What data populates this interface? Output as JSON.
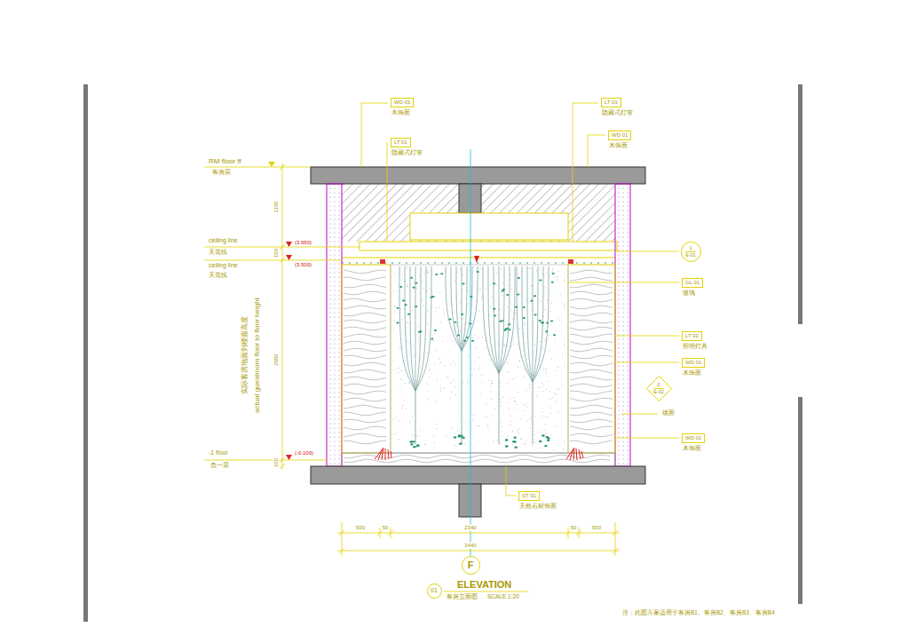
{
  "diagram": {
    "title": "ELEVATION",
    "nodes": [
      {
        "text": [
          "WD 01",
          "木饰面"
        ]
      },
      {
        "text": [
          "LT 01",
          "隐藏式灯管"
        ]
      },
      {
        "text": [
          "LT 01",
          "隐藏式灯管"
        ]
      },
      {
        "text": [
          "WD 01",
          "木饰面"
        ]
      },
      {
        "text": [
          "1",
          "E-01"
        ]
      },
      {
        "text": [
          "GL 01",
          "玻璃"
        ]
      },
      {
        "text": [
          "LT 02",
          "照明灯具"
        ]
      },
      {
        "text": [
          "WD 01",
          "木饰面"
        ]
      },
      {
        "text": [
          "2",
          "E-02"
        ]
      },
      {
        "text": [
          "WD 01",
          "木饰面"
        ]
      },
      {
        "text": [
          "ST 01",
          "天然石材饰面"
        ]
      },
      {
        "text": [
          "F"
        ]
      },
      {
        "text": [
          "01"
        ]
      }
    ],
    "labels": [
      "RM floor ff",
      "客房层",
      "ceiling line",
      "天花线",
      "ceiling line",
      "天花线",
      "-1 floor",
      "负一层",
      "(3.650)",
      "(3.500)",
      "(-0.100)",
      "实际客房地面到楼面高度",
      "actual guestroom floor to floor height",
      "1150",
      "150",
      "2850",
      "100",
      "500",
      "50",
      "2340",
      "50",
      "500",
      "3440",
      "镜面",
      "客房立面图",
      "SCALE 1:20",
      "注：此图方案适用于客房B1、客房B2、客房B3、客房B4"
    ]
  }
}
